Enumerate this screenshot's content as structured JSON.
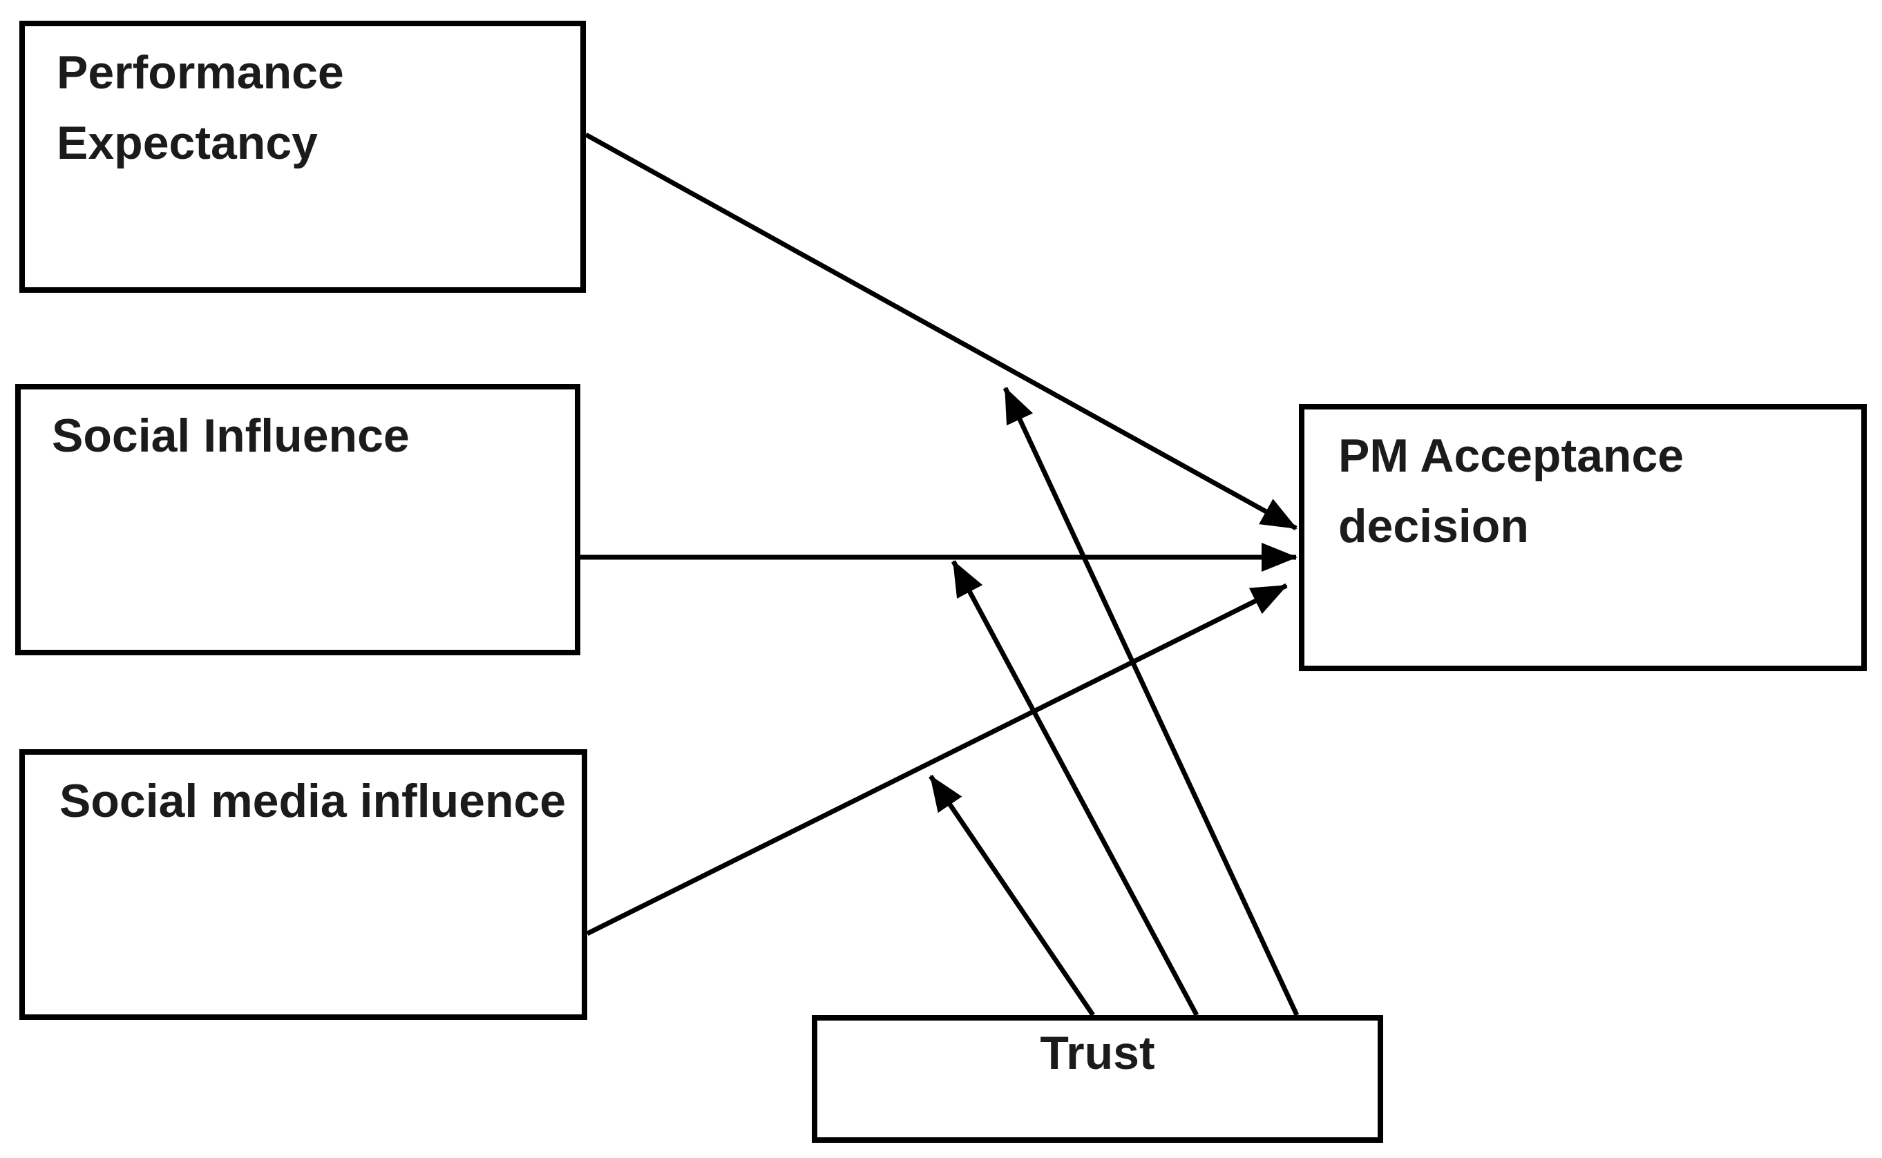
{
  "figure": {
    "type": "conceptual-model-diagram",
    "background_color": "#ffffff",
    "stroke_color": "#000000",
    "text_color": "#1b1b1b"
  },
  "nodes": {
    "performance_expectancy": {
      "label_line1": "Performance",
      "label_line2": "Expectancy"
    },
    "social_influence": {
      "label": "Social Influence"
    },
    "social_media_influence": {
      "label": "Social media influence"
    },
    "pm_acceptance_decision": {
      "label_line1": "PM Acceptance",
      "label_line2": "decision"
    },
    "trust": {
      "label": "Trust"
    }
  },
  "edges": [
    {
      "from": "Performance Expectancy",
      "to": "PM Acceptance decision",
      "type": "direct-arrow"
    },
    {
      "from": "Social Influence",
      "to": "PM Acceptance decision",
      "type": "direct-arrow"
    },
    {
      "from": "Social media influence",
      "to": "PM Acceptance decision",
      "type": "direct-arrow"
    },
    {
      "from": "Trust",
      "to": "path: Performance Expectancy to PM Acceptance decision",
      "type": "moderating-arrow"
    },
    {
      "from": "Trust",
      "to": "path: Social Influence to PM Acceptance decision",
      "type": "moderating-arrow"
    },
    {
      "from": "Trust",
      "to": "path: Social media influence to PM Acceptance decision",
      "type": "moderating-arrow"
    }
  ]
}
